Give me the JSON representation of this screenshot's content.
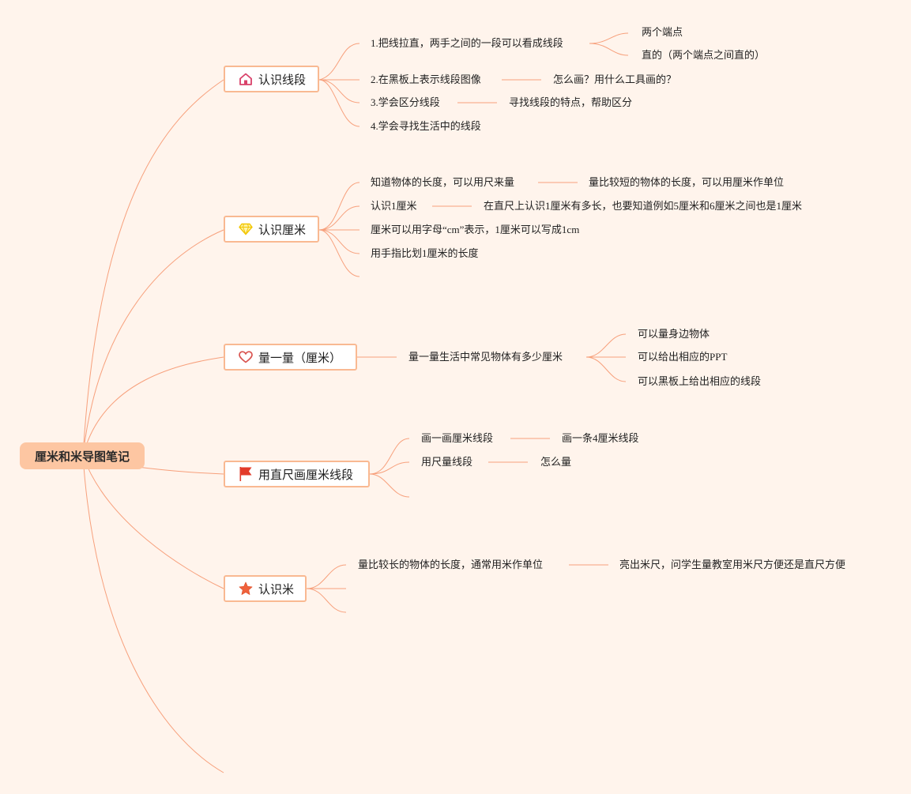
{
  "root": {
    "label": "厘米和米导图笔记"
  },
  "branches": [
    {
      "label": "认识线段",
      "icon": "house-icon",
      "items": [
        {
          "text": "1.把线拉直，两手之间的一段可以看成线段",
          "children": [
            "两个端点",
            "直的（两个端点之间直的）"
          ]
        },
        {
          "text": "2.在黑板上表示线段图像",
          "children": [
            "怎么画？用什么工具画的？"
          ]
        },
        {
          "text": "3.学会区分线段",
          "children": [
            "寻找线段的特点，帮助区分"
          ]
        },
        {
          "text": "4.学会寻找生活中的线段",
          "children": []
        }
      ]
    },
    {
      "label": "认识厘米",
      "icon": "diamond-icon",
      "items": [
        {
          "text": "知道物体的长度，可以用尺来量",
          "children": [
            "量比较短的物体的长度，可以用厘米作单位"
          ]
        },
        {
          "text": "认识1厘米",
          "children": [
            "在直尺上认识1厘米有多长，也要知道例如5厘米和6厘米之间也是1厘米"
          ]
        },
        {
          "text": "厘米可以用字母“cm”表示，1厘米可以写成1cm",
          "children": []
        },
        {
          "text": "用手指比划1厘米的长度",
          "children": []
        }
      ]
    },
    {
      "label": "量一量（厘米）",
      "icon": "heart-icon",
      "items": [
        {
          "text": "量一量生活中常见物体有多少厘米",
          "children": [
            "可以量身边物体",
            "可以给出相应的PPT",
            "可以黑板上给出相应的线段"
          ]
        }
      ]
    },
    {
      "label": "用直尺画厘米线段",
      "icon": "flag-icon",
      "items": [
        {
          "text": "画一画厘米线段",
          "children": [
            "画一条4厘米线段"
          ]
        },
        {
          "text": "用尺量线段",
          "children": [
            "怎么量"
          ]
        }
      ]
    },
    {
      "label": "认识米",
      "icon": "star-icon",
      "items": [
        {
          "text": "量比较长的物体的长度，通常用米作单位",
          "children": [
            "亮出米尺，问学生量教室用米尺方便还是直尺方便"
          ]
        }
      ]
    }
  ],
  "colors": {
    "background": "#fff4ec",
    "root_fill": "#fdc6a2",
    "branch_border": "#f9b992",
    "connector": "#f7a07c"
  }
}
